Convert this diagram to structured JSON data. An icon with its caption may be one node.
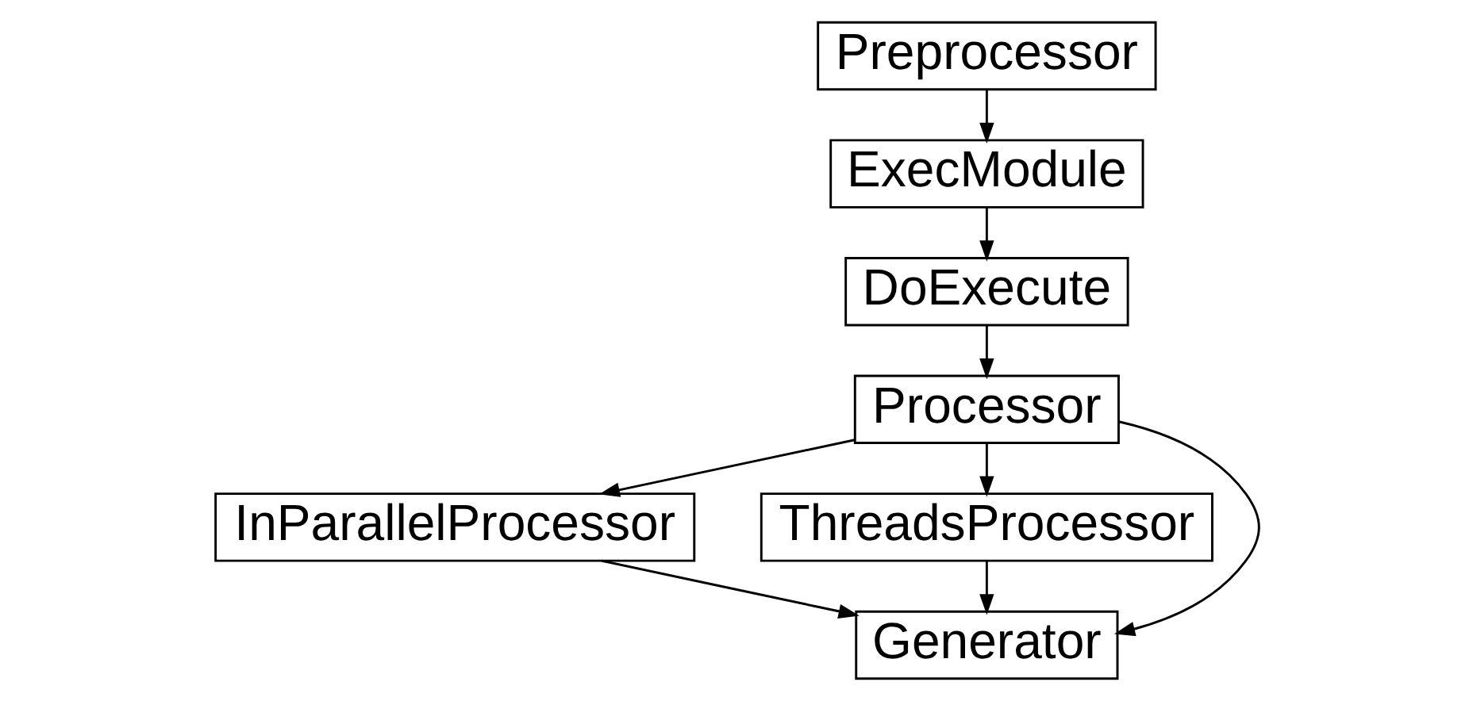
{
  "diagram": {
    "nodes": [
      {
        "text": [
          "Preprocessor"
        ]
      },
      {
        "text": [
          "ExecModule"
        ]
      },
      {
        "text": [
          "DoExecute"
        ]
      },
      {
        "text": [
          "Processor"
        ]
      },
      {
        "text": [
          "InParallelProcessor"
        ]
      },
      {
        "text": [
          "ThreadsProcessor"
        ]
      },
      {
        "text": [
          "Generator"
        ]
      }
    ],
    "edges": [
      {
        "from": 0,
        "to": 1,
        "arrow": "to"
      },
      {
        "from": 1,
        "to": 2,
        "arrow": "to"
      },
      {
        "from": 2,
        "to": 3,
        "arrow": "to"
      },
      {
        "from": 3,
        "to": 4,
        "arrow": "to"
      },
      {
        "from": 3,
        "to": 5,
        "arrow": "to"
      },
      {
        "from": 3,
        "to": 6,
        "arrow": "to"
      },
      {
        "from": 4,
        "to": 6,
        "arrow": "to"
      },
      {
        "from": 5,
        "to": 6,
        "arrow": "to"
      }
    ]
  }
}
